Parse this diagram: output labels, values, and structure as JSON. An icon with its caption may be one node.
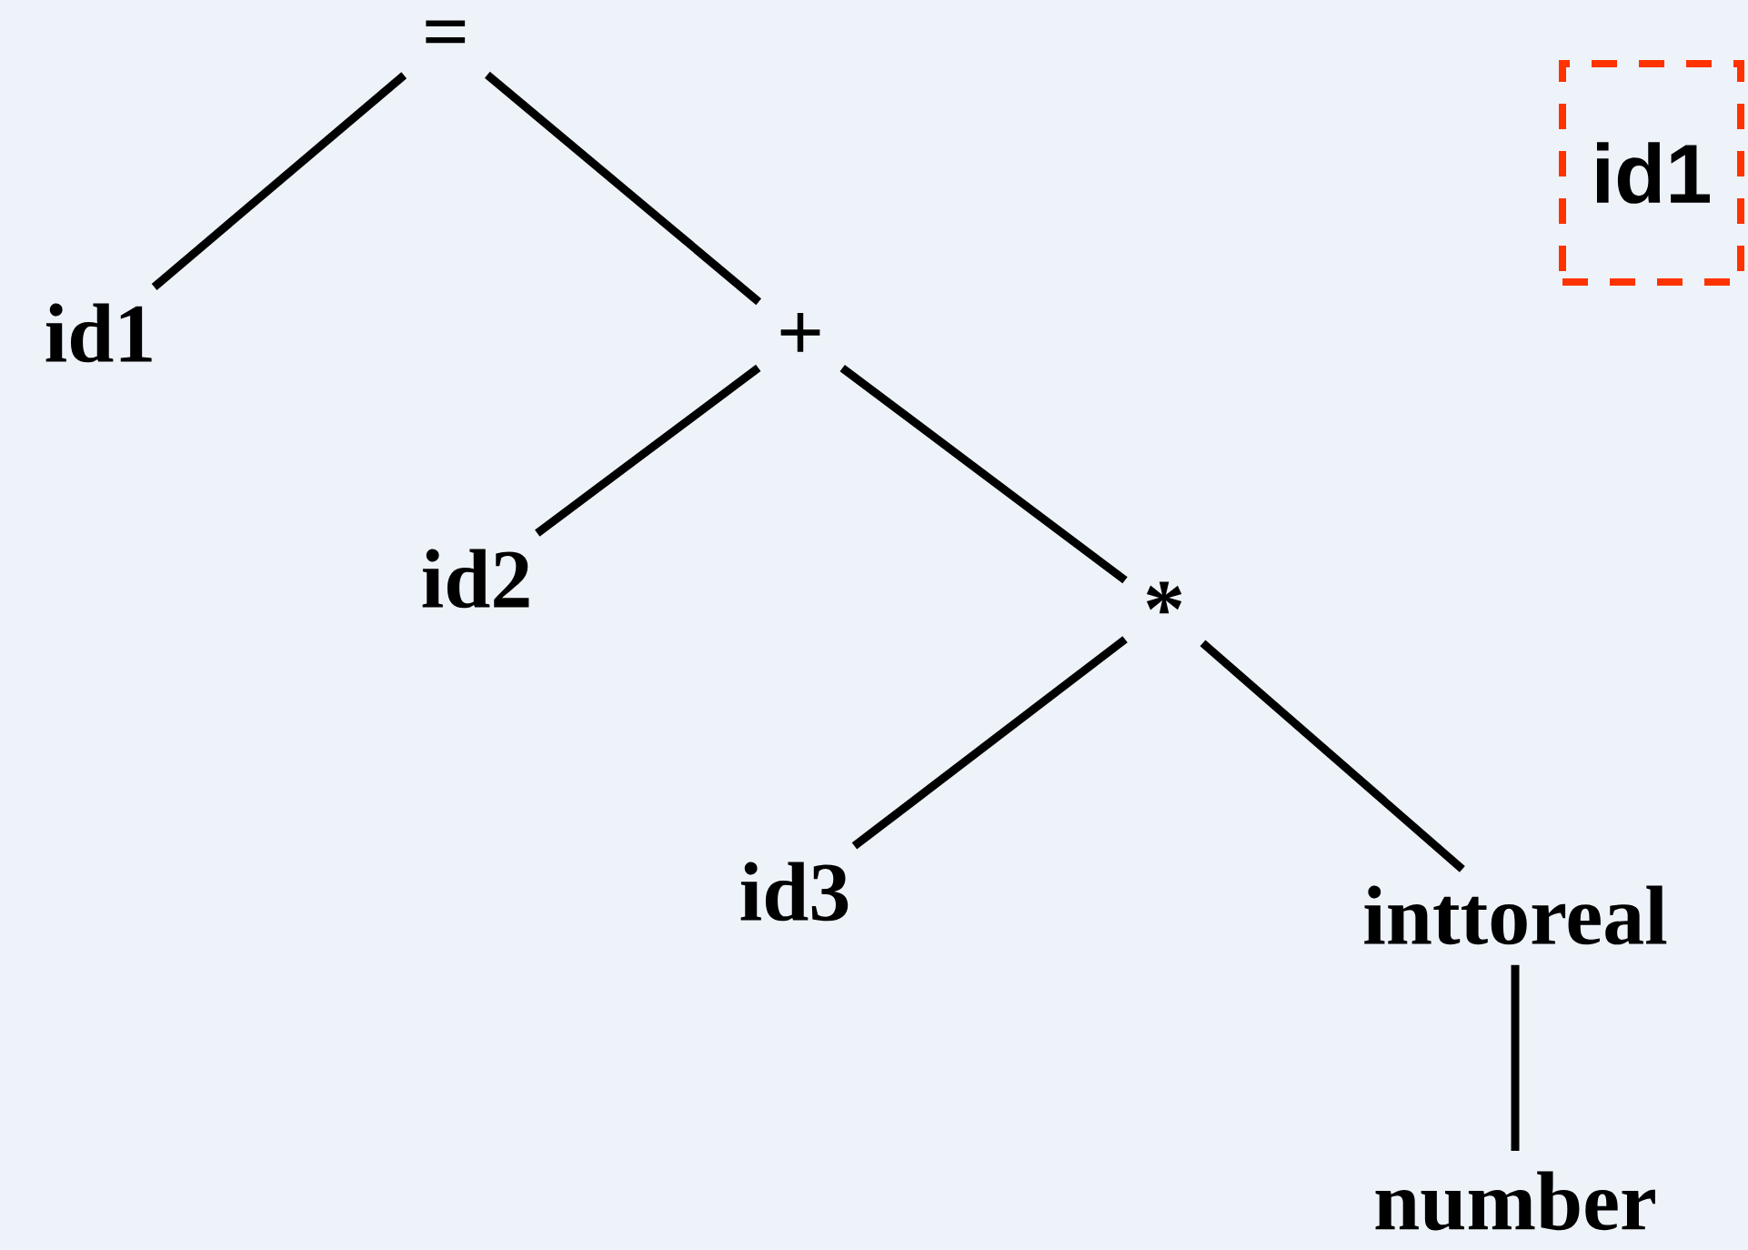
{
  "diagram": {
    "nodes": [
      {
        "text": [
          "="
        ]
      },
      {
        "text": [
          "id1"
        ]
      },
      {
        "text": [
          "+"
        ]
      },
      {
        "text": [
          "id2"
        ]
      },
      {
        "text": [
          "*"
        ]
      },
      {
        "text": [
          "id3"
        ]
      },
      {
        "text": [
          "inttoreal"
        ]
      },
      {
        "text": [
          "number"
        ]
      },
      {
        "text": [
          "id1"
        ]
      }
    ],
    "edges": [
      {
        "from": 0,
        "to": 1,
        "arrow": "none"
      },
      {
        "from": 0,
        "to": 2,
        "arrow": "none"
      },
      {
        "from": 2,
        "to": 3,
        "arrow": "none"
      },
      {
        "from": 2,
        "to": 4,
        "arrow": "none"
      },
      {
        "from": 4,
        "to": 5,
        "arrow": "none"
      },
      {
        "from": 4,
        "to": 6,
        "arrow": "none"
      },
      {
        "from": 6,
        "to": 7,
        "arrow": "none"
      }
    ]
  }
}
